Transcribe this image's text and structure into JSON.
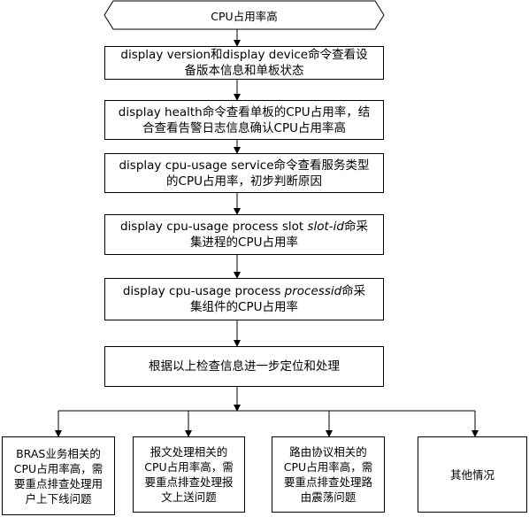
{
  "start": {
    "label": "CPU占用率高"
  },
  "steps": [
    {
      "line1": "display version和display device命令查看设",
      "line2": "备版本信息和单板状态"
    },
    {
      "line1": "display health命令查看单板的CPU占用率，结",
      "line2": "合查看告警日志信息确认CPU占用率高"
    },
    {
      "line1": "display cpu-usage service命令查看服务类型",
      "line2": "的CPU占用率，初步判断原因"
    },
    {
      "line1_pre": "display cpu-usage process slot ",
      "line1_ital": "slot-id",
      "line1_post": "命采",
      "line2": "集进程的CPU占用率"
    },
    {
      "line1_pre": "display cpu-usage process ",
      "line1_ital": "processid",
      "line1_post": "命采",
      "line2": "集组件的CPU占用率"
    },
    {
      "line1": "根据以上检查信息进一步定位和处理"
    }
  ],
  "outcomes": [
    {
      "lines": [
        "BRAS业务相关的",
        "CPU占用率高，需",
        "要重点排查处理用",
        "户上下线问题"
      ]
    },
    {
      "lines": [
        "报文处理相关的",
        "CPU占用率高，需",
        "要重点排查处理报",
        "文上送问题"
      ]
    },
    {
      "lines": [
        "路由协议相关的",
        "CPU占用率高，需",
        "要重点排查处理路",
        "由震荡问题"
      ]
    },
    {
      "lines": [
        "其他情况"
      ]
    }
  ]
}
